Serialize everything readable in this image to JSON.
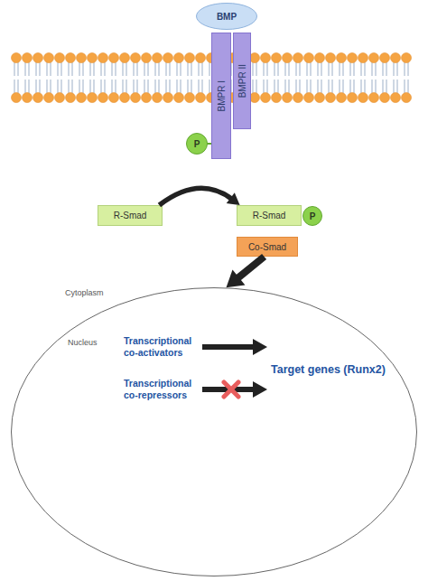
{
  "diagram": {
    "nodes": [
      {
        "text": [
          "BMP"
        ]
      },
      {
        "text": [
          "BMPR I"
        ]
      },
      {
        "text": [
          "BMPR II"
        ]
      },
      {
        "text": [
          "P"
        ]
      },
      {
        "text": [
          "R-Smad"
        ]
      },
      {
        "text": [
          "R-Smad"
        ]
      },
      {
        "text": [
          "P"
        ]
      },
      {
        "text": [
          "Co-Smad"
        ]
      },
      {
        "text": [
          "Nucleus"
        ]
      }
    ],
    "edges": [
      {
        "from": 4,
        "to": 5,
        "arrow": "to"
      },
      {
        "from": 7,
        "to": 8,
        "arrow": "to"
      }
    ],
    "labels": [
      "Cytoplasm",
      "Transcriptional co-activators",
      "Transcriptional co-repressors",
      "Target genes (Runx2)"
    ]
  }
}
